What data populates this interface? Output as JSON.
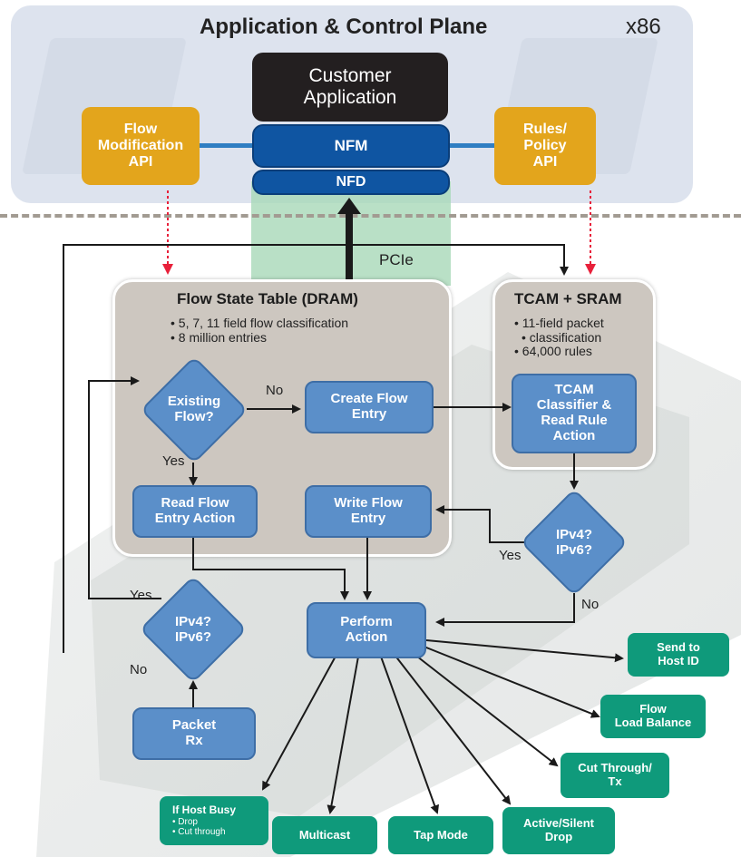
{
  "control_plane": {
    "title": "Application & Control Plane",
    "arch": "x86"
  },
  "customer_app": {
    "line1": "Customer",
    "line2": "Application"
  },
  "nfm": "NFM",
  "nfd": "NFD",
  "flow_mod_api": {
    "l1": "Flow",
    "l2": "Modification",
    "l3": "API"
  },
  "rules_api": {
    "l1": "Rules/",
    "l2": "Policy",
    "l3": "API"
  },
  "pcie": "PCIe",
  "flow_state": {
    "title": "Flow State Table (DRAM)",
    "bullets": [
      "5, 7, 11 field flow classification",
      "8 million entries"
    ]
  },
  "tcam": {
    "title": "TCAM + SRAM",
    "bullets": [
      "11-field packet classification",
      "64,000 rules"
    ],
    "bullet1a": "11-field packet",
    "bullet1b": "classification"
  },
  "existing_flow": {
    "l1": "Existing",
    "l2": "Flow?"
  },
  "create_flow": {
    "l1": "Create Flow",
    "l2": "Entry"
  },
  "tcam_classifier": {
    "l1": "TCAM",
    "l2": "Classifier &",
    "l3": "Read Rule",
    "l4": "Action"
  },
  "read_flow": {
    "l1": "Read Flow",
    "l2": "Entry Action"
  },
  "write_flow": {
    "l1": "Write Flow",
    "l2": "Entry"
  },
  "ipv_right": {
    "l1": "IPv4?",
    "l2": "IPv6?"
  },
  "ipv_left": {
    "l1": "IPv4?",
    "l2": "IPv6?"
  },
  "perform": {
    "l1": "Perform",
    "l2": "Action"
  },
  "packet_rx": {
    "l1": "Packet",
    "l2": "Rx"
  },
  "labels": {
    "no": "No",
    "yes": "Yes"
  },
  "actions": {
    "send_host": {
      "l1": "Send to",
      "l2": "Host ID"
    },
    "load_balance": {
      "l1": "Flow",
      "l2": "Load Balance"
    },
    "cut_through": {
      "l1": "Cut Through/",
      "l2": "Tx"
    },
    "host_busy": {
      "title": "If Host Busy",
      "o1": "Drop",
      "o2": "Cut through"
    },
    "multicast": "Multicast",
    "tap_mode": "Tap Mode",
    "active_drop": {
      "l1": "Active/Silent",
      "l2": "Drop"
    }
  }
}
